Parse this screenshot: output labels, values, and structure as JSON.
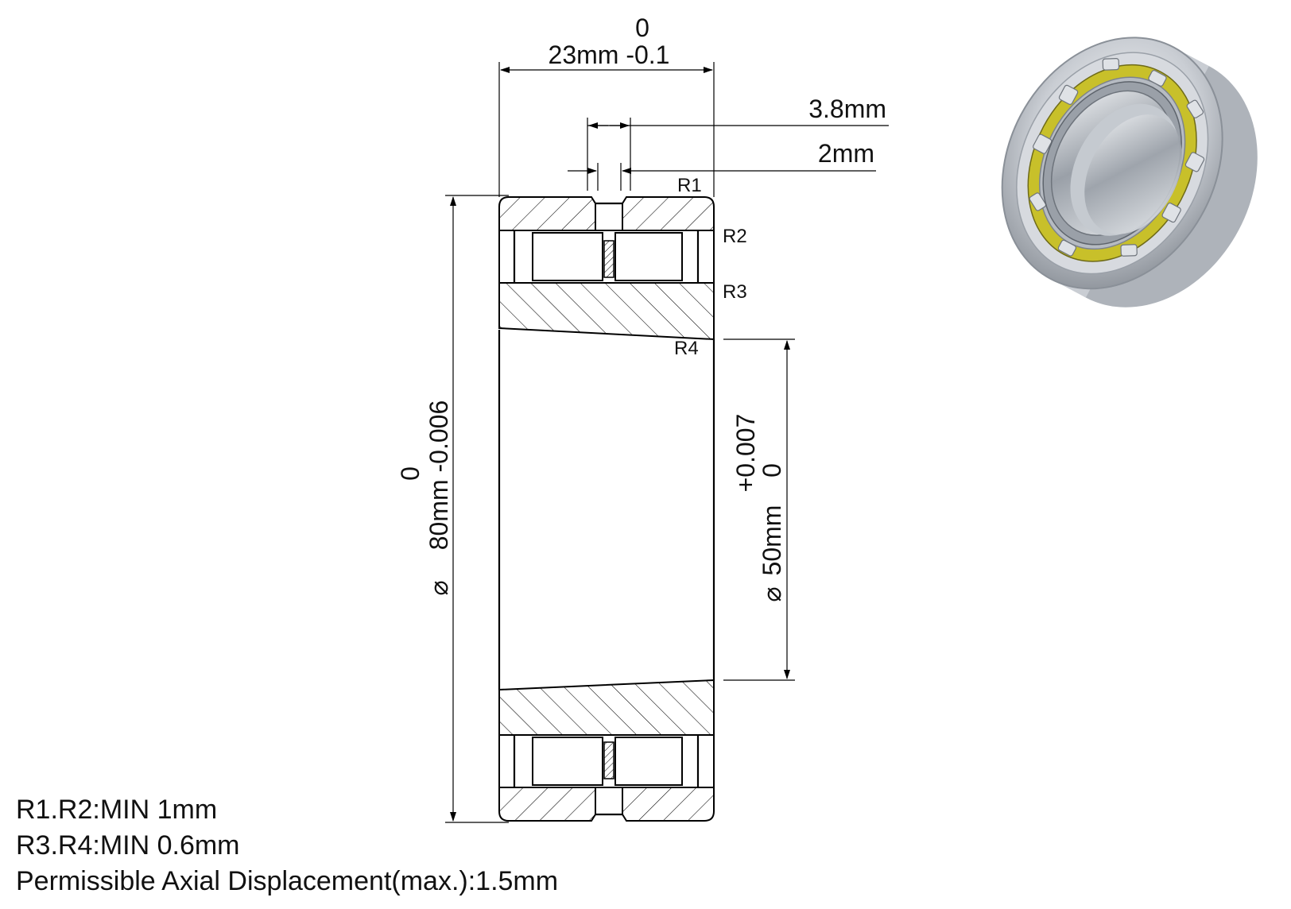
{
  "dimensions": {
    "width_top_tol": "0",
    "width_label": "23mm -0.1",
    "spacing_1": "3.8mm",
    "spacing_2": "2mm",
    "outer_dia_tol_top": "0",
    "outer_dia_label": "80mm -0.006",
    "inner_dia_tol_top": "+0.007",
    "inner_dia_tol_bottom": "0",
    "inner_dia_label": "50mm",
    "diameter_symbol": "⌀"
  },
  "radii": {
    "r1": "R1",
    "r2": "R2",
    "r3": "R3",
    "r4": "R4"
  },
  "notes": {
    "line1": "R1.R2:MIN 1mm",
    "line2": "R3.R4:MIN 0.6mm",
    "line3": "Permissible Axial Displacement(max.):1.5mm"
  },
  "colors": {
    "line": "#000000",
    "cage": "#c8c02a",
    "steel": "#c9cdd3"
  }
}
